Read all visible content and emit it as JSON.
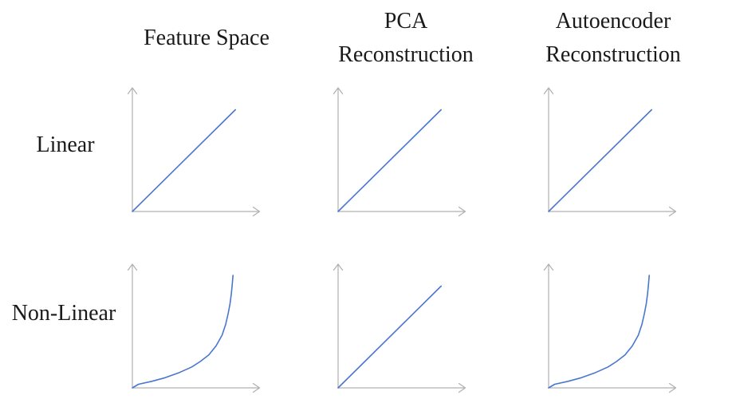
{
  "columns": [
    {
      "id": "feature-space",
      "title": "Feature Space"
    },
    {
      "id": "pca-reconstruction",
      "title": "PCA\nReconstruction"
    },
    {
      "id": "autoencoder-reconstruction",
      "title": "Autoencoder\nReconstruction"
    }
  ],
  "rows": [
    {
      "id": "linear",
      "label": "Linear"
    },
    {
      "id": "non-linear",
      "label": "Non-Linear"
    }
  ],
  "colors": {
    "curve": "#4a76d0",
    "axis": "#b0b0b0",
    "text": "#1a1a1a",
    "background": "#ffffff"
  },
  "chart_data": {
    "type": "line",
    "description": "2x3 grid of qualitative mini line plots with unlabeled gray arrow axes comparing original feature space vs PCA and autoencoder reconstructions for linear and non-linear data",
    "grid": {
      "rows": [
        "Linear",
        "Non-Linear"
      ],
      "columns": [
        "Feature Space",
        "PCA Reconstruction",
        "Autoencoder Reconstruction"
      ]
    },
    "axes": {
      "ticks": false,
      "labels": false,
      "style": "arrow axes from origin"
    },
    "cells": [
      {
        "row": "Linear",
        "column": "Feature Space",
        "shape": "linear",
        "points": [
          [
            0,
            0
          ],
          [
            0.85,
            0.85
          ]
        ]
      },
      {
        "row": "Linear",
        "column": "PCA Reconstruction",
        "shape": "linear",
        "points": [
          [
            0,
            0
          ],
          [
            0.85,
            0.85
          ]
        ]
      },
      {
        "row": "Linear",
        "column": "Autoencoder Reconstruction",
        "shape": "linear",
        "points": [
          [
            0,
            0
          ],
          [
            0.85,
            0.85
          ]
        ]
      },
      {
        "row": "Non-Linear",
        "column": "Feature Space",
        "shape": "nonlinear-steepening",
        "points": [
          [
            0,
            0
          ],
          [
            0.05,
            0.03
          ],
          [
            0.16,
            0.055
          ],
          [
            0.27,
            0.085
          ],
          [
            0.38,
            0.125
          ],
          [
            0.49,
            0.175
          ],
          [
            0.56,
            0.22
          ],
          [
            0.63,
            0.275
          ],
          [
            0.69,
            0.35
          ],
          [
            0.74,
            0.44
          ],
          [
            0.77,
            0.53
          ],
          [
            0.79,
            0.62
          ],
          [
            0.805,
            0.7
          ],
          [
            0.816,
            0.78
          ],
          [
            0.824,
            0.86
          ],
          [
            0.83,
            0.94
          ]
        ]
      },
      {
        "row": "Non-Linear",
        "column": "PCA Reconstruction",
        "shape": "linear",
        "points": [
          [
            0,
            0
          ],
          [
            0.85,
            0.85
          ]
        ]
      },
      {
        "row": "Non-Linear",
        "column": "Autoencoder Reconstruction",
        "shape": "nonlinear-steepening",
        "points": [
          [
            0,
            0
          ],
          [
            0.05,
            0.03
          ],
          [
            0.16,
            0.055
          ],
          [
            0.27,
            0.085
          ],
          [
            0.38,
            0.125
          ],
          [
            0.49,
            0.175
          ],
          [
            0.56,
            0.22
          ],
          [
            0.63,
            0.275
          ],
          [
            0.69,
            0.35
          ],
          [
            0.74,
            0.44
          ],
          [
            0.77,
            0.53
          ],
          [
            0.79,
            0.62
          ],
          [
            0.805,
            0.7
          ],
          [
            0.816,
            0.78
          ],
          [
            0.824,
            0.86
          ],
          [
            0.83,
            0.94
          ]
        ]
      }
    ]
  }
}
